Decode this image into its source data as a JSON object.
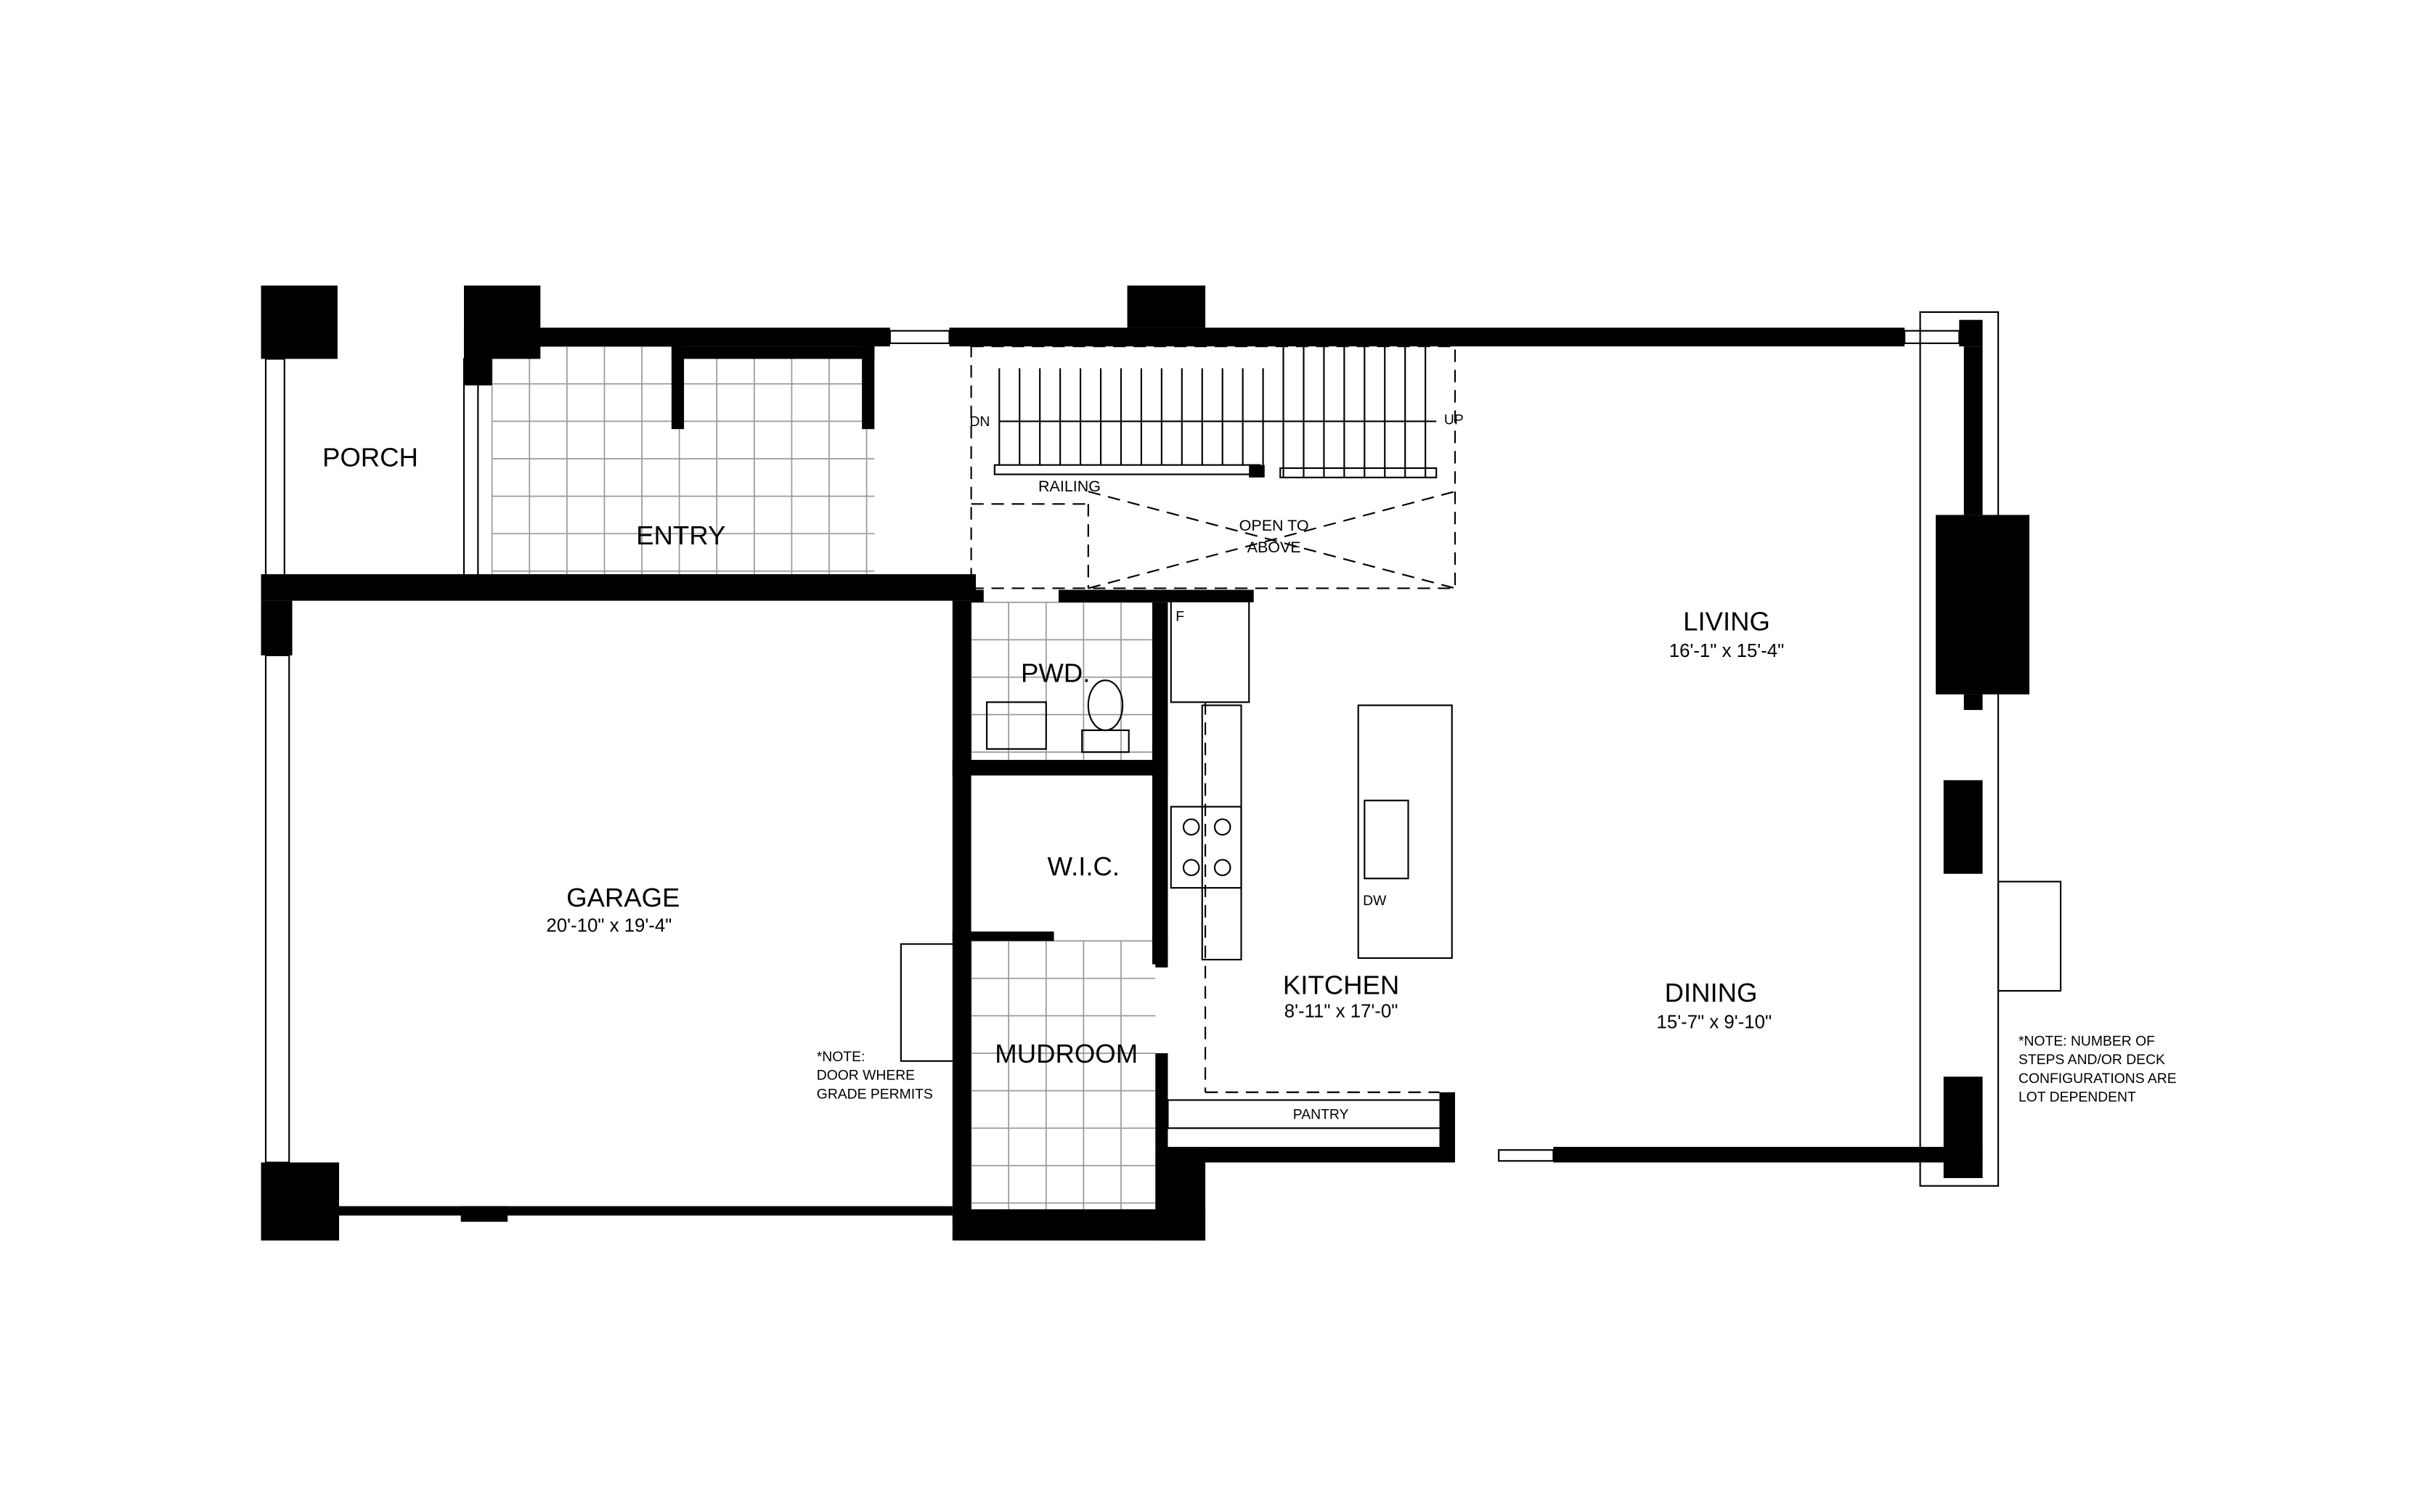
{
  "rooms": {
    "porch": {
      "name": "PORCH"
    },
    "entry": {
      "name": "ENTRY"
    },
    "garage": {
      "name": "GARAGE",
      "size": "20'-10\" x 19'-4\""
    },
    "pwd": {
      "name": "PWD."
    },
    "wic": {
      "name": "W.I.C."
    },
    "mudroom": {
      "name": "MUDROOM"
    },
    "kitchen": {
      "name": "KITCHEN",
      "size": "8'-11\" x 17'-0\""
    },
    "living": {
      "name": "LIVING",
      "size": "16'-1\" x 15'-4\""
    },
    "dining": {
      "name": "DINING",
      "size": "15'-7\" x 9'-10\""
    },
    "pantry": {
      "name": "PANTRY"
    }
  },
  "stairs": {
    "down": "DN",
    "up": "UP",
    "railing": "RAILING",
    "open_line1": "OPEN TO",
    "open_line2": "ABOVE"
  },
  "fixtures": {
    "fridge": "F",
    "dishwasher": "DW"
  },
  "notes": {
    "garage_door": [
      "*NOTE:",
      "DOOR WHERE",
      "GRADE PERMITS"
    ],
    "deck": [
      "*NOTE: NUMBER OF",
      "STEPS AND/OR DECK",
      "CONFIGURATIONS ARE",
      "LOT DEPENDENT"
    ]
  }
}
